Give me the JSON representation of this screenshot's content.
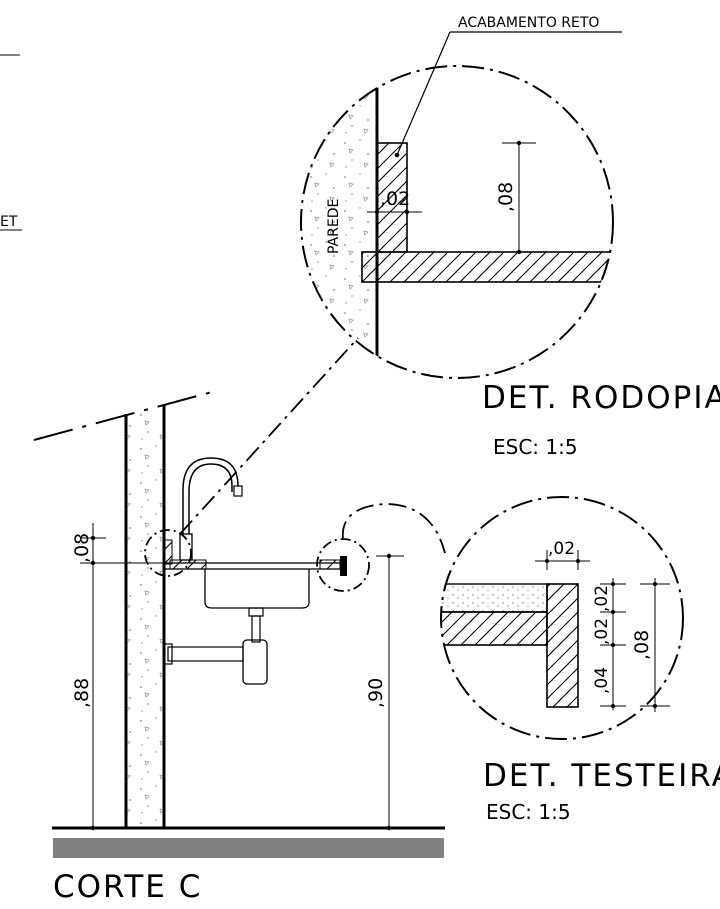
{
  "labels": {
    "callout_note": "ACABAMENTO  RETO",
    "wall_label": "PAREDE",
    "edge_fragment": "ET",
    "dim_rodopia_small": ",02",
    "dim_rodopia_height": ",08",
    "dim_testeira_width": ",02",
    "dim_testeira_a": ",02",
    "dim_testeira_b": ",02",
    "dim_testeira_c": ",04",
    "dim_testeira_total": ",08",
    "dim_section_top": ",08",
    "dim_section_height": ",88",
    "dim_counter_height": ",90"
  },
  "titles": {
    "rodopia": "DET.  RODOPIA",
    "rodopia_scale": "ESC:  1:5",
    "testeira": "DET.  TESTEIRA",
    "testeira_scale": "ESC:  1:5",
    "section": "CORTE  C"
  },
  "colors": {
    "line": "#000000",
    "floor": "#808080",
    "concrete_speckle": "#888888"
  }
}
